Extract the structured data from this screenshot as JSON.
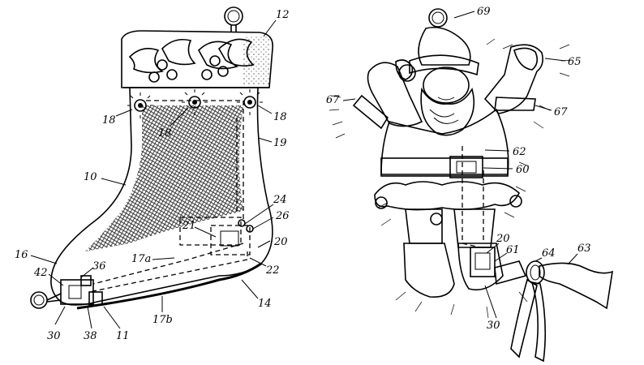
{
  "figure_left": {
    "labels": {
      "l12": "12",
      "l18a": "18",
      "l18b": "18",
      "l18c": "18",
      "l19": "19",
      "l10": "10",
      "l21": "21",
      "l24": "24",
      "l26": "26",
      "l20": "20",
      "l22": "22",
      "l17a": "17a",
      "l16": "16",
      "l42": "42",
      "l36": "36",
      "l17b": "17b",
      "l14": "14",
      "l30": "30",
      "l38": "38",
      "l11": "11"
    }
  },
  "figure_right": {
    "labels": {
      "l69": "69",
      "l65": "65",
      "l67a": "67",
      "l67b": "67",
      "l62": "62",
      "l60": "60",
      "l20": "20",
      "l61": "61",
      "l64": "64",
      "l63": "63",
      "l30": "30"
    }
  }
}
